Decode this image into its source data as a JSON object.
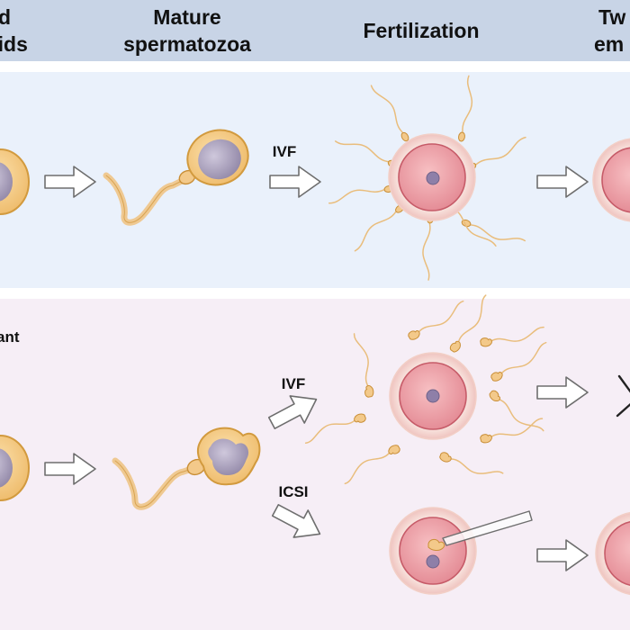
{
  "header": {
    "col1_line1": "d",
    "col1_line2": "tids",
    "col2_line1": "Mature",
    "col2_line2": "spermatozoa",
    "col3": "Fertilization",
    "col4_line1": "Tw",
    "col4_line2": "em"
  },
  "top_panel": {
    "method_label": "IVF"
  },
  "bottom_panel": {
    "side_label": "ant",
    "ivf_label": "IVF",
    "icsi_label": "ICSI"
  },
  "colors": {
    "header_bg": "#c8d4e6",
    "top_panel_bg": "#eaf1fb",
    "bottom_panel_bg": "#f6eef6",
    "cell_fill": "#f3c98a",
    "cell_stroke": "#d29a3e",
    "nucleus_fill": "#a79db8",
    "egg_fill": "#ec9fa6",
    "egg_stroke": "#c65b68",
    "zona_fill": "#f7dfd6",
    "pronucleus_fill": "#8e7fa8"
  },
  "icons": [
    "hollow-arrow-icon",
    "sperm-cell-icon",
    "oocyte-icon",
    "injection-pipette-icon",
    "blocked-cross-icon"
  ]
}
